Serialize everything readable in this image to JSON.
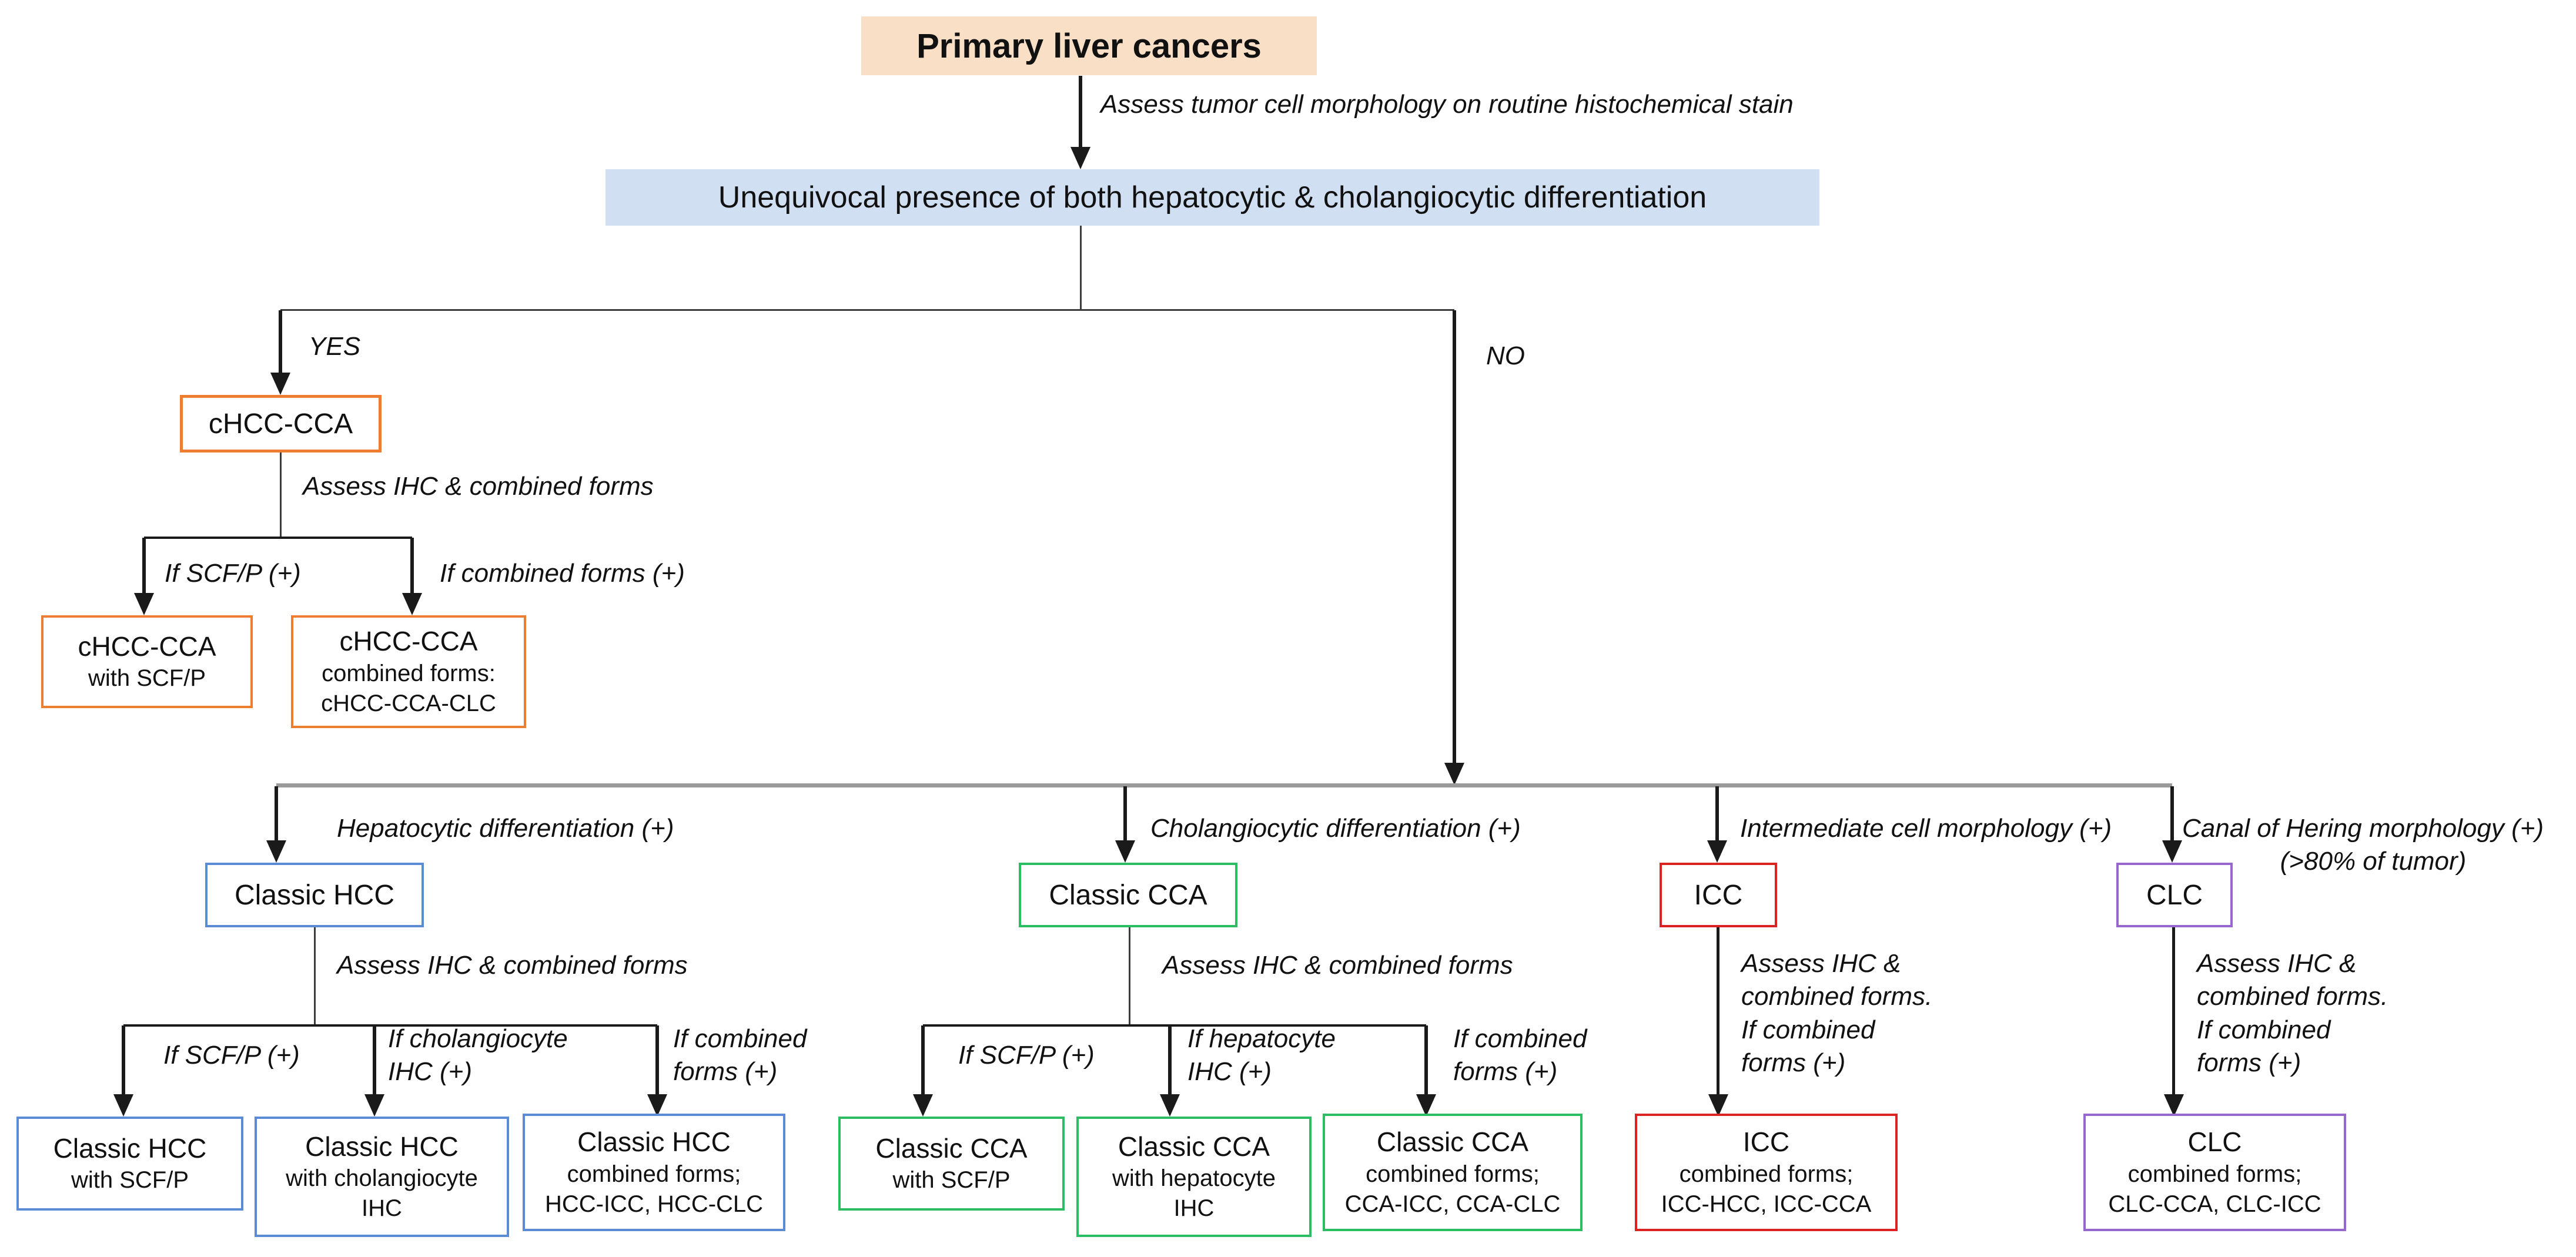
{
  "colors": {
    "root_bg": "#F8DFC5",
    "banner_bg": "#D0DFF1",
    "orange": "#ED7D31",
    "blue": "#5B8BD4",
    "green": "#2BBD62",
    "red": "#DD2222",
    "purple": "#9668CD",
    "line": "#1A1A1A",
    "splitter": "#9A9A9A"
  },
  "root": {
    "label": "Primary liver cancers"
  },
  "banner": {
    "label": "Unequivocal presence of both hepatocytic & cholangiocytic differentiation"
  },
  "edges": {
    "assess_morphology": "Assess tumor cell morphology on routine histochemical stain",
    "yes": "YES",
    "no": "NO",
    "assess_ihc": "Assess IHC & combined forms",
    "if_scfp": "If SCF/P (+)",
    "if_combined_inline": "If combined forms (+)",
    "hepatocytic": "Hepatocytic differentiation (+)",
    "cholangiocytic": "Cholangiocytic differentiation (+)",
    "intermediate": "Intermediate cell morphology (+)",
    "canal": [
      "Canal of Hering morphology (+)",
      "(>80% of tumor)"
    ],
    "if_cholangiocyte": [
      "If cholangiocyte",
      "IHC (+)"
    ],
    "if_hepatocyte": [
      "If hepatocyte",
      "IHC (+)"
    ],
    "if_combined": [
      "If combined",
      "forms (+)"
    ],
    "assess_if_combined": [
      "Assess IHC &",
      "combined forms.",
      "If combined",
      "forms (+)"
    ]
  },
  "nodes": {
    "chcc": {
      "label": "cHCC-CCA"
    },
    "hcc": {
      "label": "Classic HCC"
    },
    "cca": {
      "label": "Classic CCA"
    },
    "icc": {
      "label": "ICC"
    },
    "clc": {
      "label": "CLC"
    },
    "chcc_scfp": {
      "lines": [
        "cHCC-CCA",
        "with SCF/P"
      ]
    },
    "chcc_combined": {
      "lines": [
        "cHCC-CCA",
        "combined forms:",
        "cHCC-CCA-CLC"
      ]
    },
    "hcc_scfp": {
      "lines": [
        "Classic HCC",
        "with SCF/P"
      ]
    },
    "hcc_chol": {
      "lines": [
        "Classic HCC",
        "with cholangiocyte",
        "IHC"
      ]
    },
    "hcc_combined": {
      "lines": [
        "Classic HCC",
        "combined forms;",
        "HCC-ICC, HCC-CLC"
      ]
    },
    "cca_scfp": {
      "lines": [
        "Classic CCA",
        "with SCF/P"
      ]
    },
    "cca_hep": {
      "lines": [
        "Classic CCA",
        "with hepatocyte",
        "IHC"
      ]
    },
    "cca_combined": {
      "lines": [
        "Classic CCA",
        "combined forms;",
        "CCA-ICC, CCA-CLC"
      ]
    },
    "icc_combined": {
      "lines": [
        "ICC",
        "combined forms;",
        "ICC-HCC, ICC-CCA"
      ]
    },
    "clc_combined": {
      "lines": [
        "CLC",
        "combined forms;",
        "CLC-CCA, CLC-ICC"
      ]
    }
  }
}
